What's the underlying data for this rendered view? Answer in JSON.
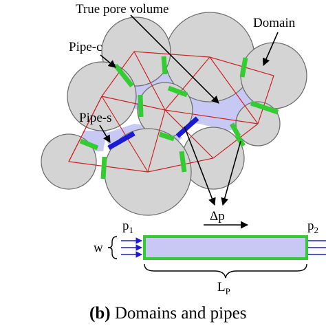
{
  "labels": {
    "true_pore_volume": "True pore volume",
    "domain": "Domain",
    "pipe_c": "Pipe-c",
    "pipe_s": "Pipe-s",
    "delta_p": "Δp",
    "p1": "p",
    "p1_sub": "1",
    "p2": "p",
    "p2_sub": "2",
    "w": "w",
    "lp": "L",
    "lp_sub": "P"
  },
  "caption": {
    "bold": "(b)",
    "text": " Domains and pipes"
  },
  "colors": {
    "grain": "#d4d4d4",
    "pore": "#c8c8f5",
    "domain_edges": "#cc2222",
    "pipe_c": "#33cc33",
    "pipe_s": "#1a1ad6"
  }
}
